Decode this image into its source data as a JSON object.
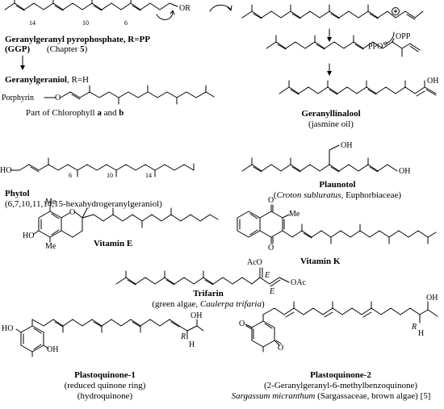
{
  "ggp": {
    "name": "Geranylgeranyl pyrophosphate, R=PP",
    "abbr": "(GGP)",
    "chapter_prefix": "(Chapter ",
    "chapter_num": "5",
    "chapter_suffix": ")",
    "or_label": "OR",
    "numbers": [
      "14",
      "10",
      "6"
    ]
  },
  "geranylgeraniol": {
    "name": "Geranylgeraniol",
    "rest": ", R=H"
  },
  "chlorophyll": {
    "porphyrin": "Porphyrin",
    "o": "O",
    "caption_prefix": "Part of Chlorophyll ",
    "a": "a",
    "and": " and ",
    "b": "b"
  },
  "linalool": {
    "pp_label": "PPO",
    "opp_label": "OPP",
    "oh_label": "OH",
    "name": "Geranyllinalool",
    "sub": "(jasmine oil)"
  },
  "phytol": {
    "name": "Phytol",
    "sub": "(6,7,10,11,14,15-hexahydrogeranylgeraniol)",
    "ho_label": "HO",
    "numbers": [
      "6",
      "10",
      "14"
    ]
  },
  "plaunotol": {
    "name": "Plaunotol",
    "sub_open": "(",
    "sub_italic": "Croton subluratus",
    "sub_rest": ", Euphorbiaceae)",
    "oh1": "OH",
    "oh2": "OH"
  },
  "vitamin_e": {
    "name": "Vitamin E",
    "me": "Me",
    "o": "O",
    "ho": "HO"
  },
  "vitamin_k": {
    "name": "Vitamin K",
    "me": "Me",
    "o": "O"
  },
  "trifarin": {
    "name": "Trifarin",
    "sub_open": "(green algae, ",
    "sub_italic": "Caulerpa trifaria",
    "sub_close": ")",
    "aco": "AcO",
    "oac": "OAc",
    "e": "E"
  },
  "pq1": {
    "name": "Plastoquinone-1",
    "sub1": "(reduced quinone ring)",
    "sub2": "(hydroquinone)",
    "ho": "HO",
    "oh": "OH",
    "r": "R",
    "h": "H"
  },
  "pq2": {
    "name": "Plastoquinone-2",
    "sub1": "(2-Geranylgeranyl-6-methylbenzoquinone)",
    "sub2_italic": "Sargassum micranthum",
    "sub2_rest": " (Sargassaceae, brown algae) [5]",
    "o": "O",
    "oh": "OH",
    "r": "R",
    "h": "H"
  }
}
